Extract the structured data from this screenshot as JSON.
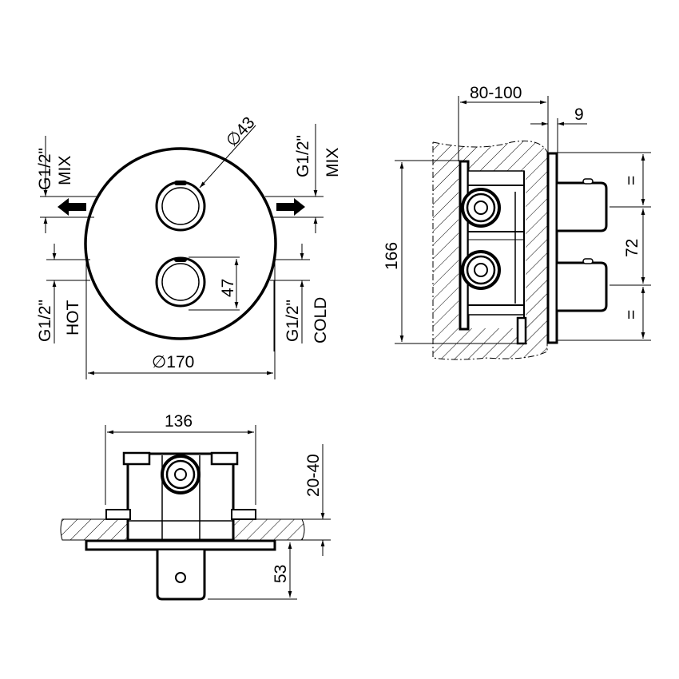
{
  "drawing": {
    "type": "technical-dimension-drawing",
    "units": "mm",
    "background": "#ffffff",
    "line_color": "#000000"
  },
  "front_view": {
    "outer_diameter": "170",
    "outer_diameter_label": "∅170",
    "knob_diameter": "43",
    "knob_diameter_label": "∅43",
    "knob_spacing": "47",
    "mix_left": {
      "thread": "G1/2\"",
      "name": "MIX",
      "arrow": "arrow-left"
    },
    "mix_right": {
      "thread": "G1/2\"",
      "name": "MIX",
      "arrow": "arrow-right"
    },
    "hot": {
      "thread": "G1/2\"",
      "name": "HOT"
    },
    "cold": {
      "thread": "G1/2\"",
      "name": "COLD"
    }
  },
  "side_view": {
    "wall_depth": "80-100",
    "plate_thickness": "9",
    "height": "166",
    "knob_spacing": "72",
    "equal_top": "=",
    "equal_bottom": "="
  },
  "bottom_view": {
    "width": "136",
    "wall_range": "20-40",
    "projection": "53"
  }
}
